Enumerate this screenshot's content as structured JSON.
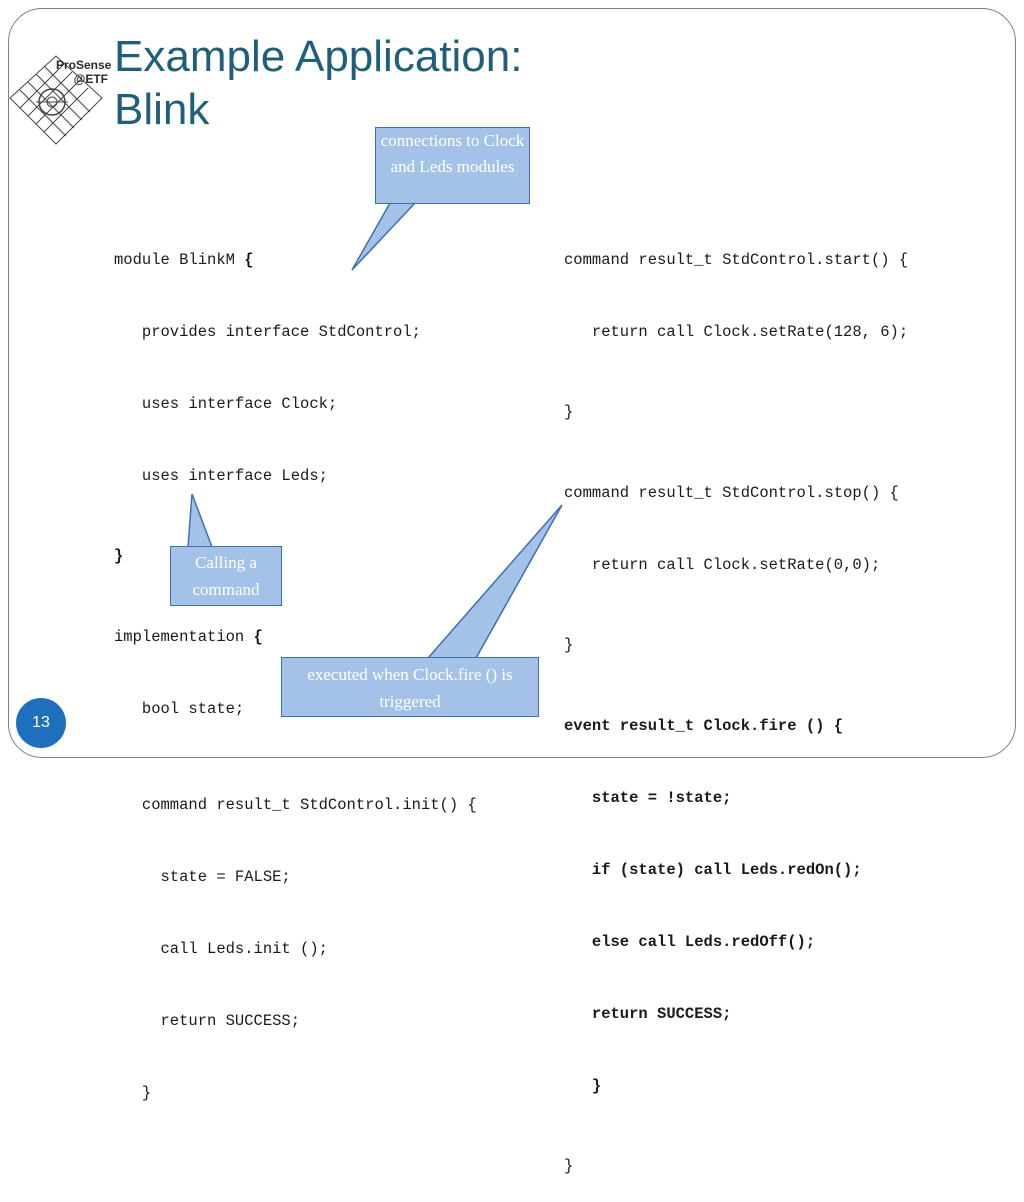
{
  "logo": {
    "name_line1": "ProSense",
    "name_line2": "@ETF"
  },
  "title": {
    "line1": "Example Application:",
    "line2": "Blink"
  },
  "left_code": {
    "l1a": "module BlinkM ",
    "l1b": "{",
    "l2": "   provides interface StdControl;",
    "l3": "   uses interface Clock;",
    "l4": "   uses interface Leds;",
    "l5": "}",
    "l6a": "implementation ",
    "l6b": "{",
    "l7": "   bool state;",
    "l8": "   command result_t StdControl.init() {",
    "l9": "     state = FALSE;",
    "l10": "     call Leds.init ();",
    "l11": "     return SUCCESS;",
    "l12": "   }"
  },
  "right_code": {
    "r1": "command result_t StdControl.start() {",
    "r2": "   return call Clock.setRate(128, 6);",
    "r3": "}",
    "r4": "command result_t StdControl.stop() {",
    "r5": "   return call Clock.setRate(0,0);",
    "r6": "}",
    "r7": "event result_t Clock.fire () {",
    "r8": "   state = !state;",
    "r9": "   if (state) call Leds.redOn();",
    "r10": "   else call Leds.redOff();",
    "r11": "   return SUCCESS;",
    "r12": "   }",
    "r13": "}"
  },
  "callouts": {
    "connections": "connections to Clock and Leds modules",
    "calling": "Calling a command",
    "executed": "executed when Clock.fire () is triggered"
  },
  "page_number": "13",
  "colors": {
    "title": "#1f5f7a",
    "callout_fill": "#a4c2e8",
    "callout_border": "#3f6fb0",
    "page_badge": "#1f6fbf"
  }
}
